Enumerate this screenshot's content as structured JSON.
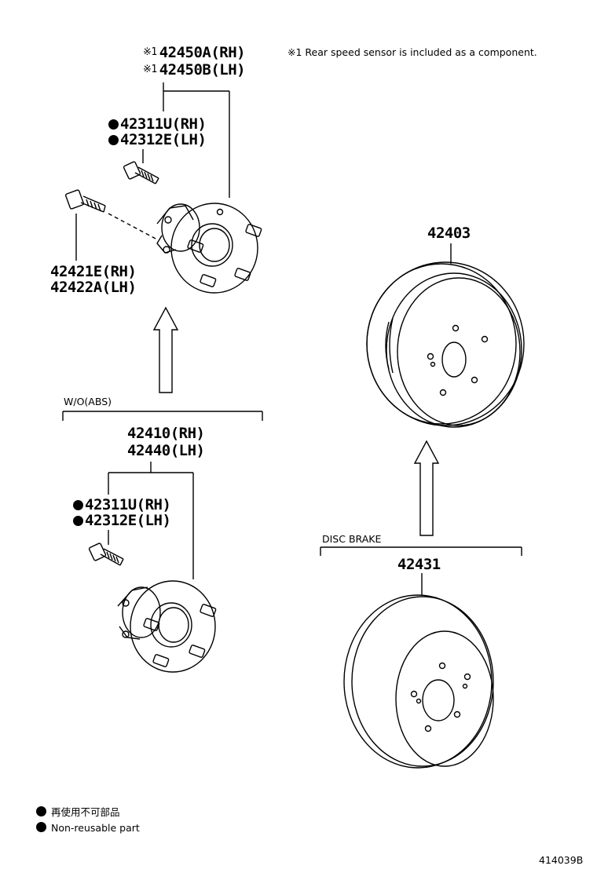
{
  "footnote_sensor": "※1 Rear speed sensor is included as a component.",
  "hub_abs": {
    "ref_mark": "※1",
    "rh": "42450A(RH)",
    "lh": "42450B(LH)"
  },
  "bolts_top": {
    "rh": "42311U(RH)",
    "lh": "42312E(LH)"
  },
  "hub_bolt": {
    "rh": "42421E(RH)",
    "lh": "42422A(LH)"
  },
  "section_wo_abs": "W/O(ABS)",
  "hub_noabs": {
    "rh": "42410(RH)",
    "lh": "42440(LH)"
  },
  "bolts_bottom": {
    "rh": "42311U(RH)",
    "lh": "42312E(LH)"
  },
  "drum": {
    "part": "42403"
  },
  "section_disc": "DISC BRAKE",
  "disc": {
    "part": "42431"
  },
  "legend": {
    "jp": "再使用不可部品",
    "en": "Non-reusable part"
  },
  "figure_id": "414039B"
}
